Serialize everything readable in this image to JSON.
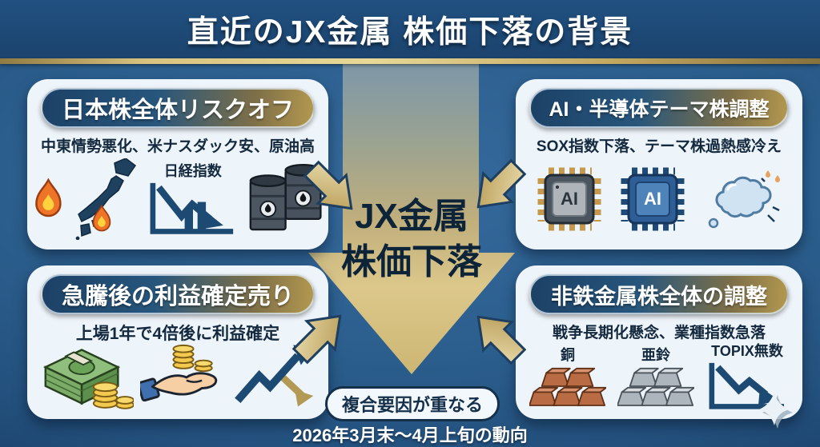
{
  "title": "直近のJX金属 株価下落の背景",
  "center": {
    "line1": "JX金属",
    "line2": "株価下落"
  },
  "boxes": {
    "top_left": {
      "header": "日本株全体リスクオフ",
      "subtitle": "中東情勢悪化、米ナスダック安、原油高",
      "chart_label": "日経指数",
      "icons": [
        "fire-icon",
        "japan-map-icon",
        "nikkei-falling-chart-icon",
        "oil-barrels-icon"
      ]
    },
    "top_right": {
      "header": "AI・半導体テーマ株調整",
      "subtitle": "SOX指数下落、テーマ株過熱感冷え",
      "chip_label": "AI",
      "icons": [
        "ai-chip-gray-icon",
        "ai-chip-blue-icon",
        "deflating-cloud-icon"
      ]
    },
    "bottom_left": {
      "header": "急騰後の利益確定売り",
      "subtitle": "上場1年で4倍後に利益確定",
      "icons": [
        "cash-stack-icon",
        "hand-coins-icon",
        "rise-then-fall-arrows-icon"
      ]
    },
    "bottom_right": {
      "header": "非鉄金属株全体の調整",
      "subtitle": "戦争長期化懸念、業種指数急落",
      "copper_label": "銅",
      "zinc_label": "亜鈴",
      "chart_label": "TOPIX無数",
      "icons": [
        "copper-ingots-icon",
        "zinc-ingots-icon",
        "topix-falling-chart-icon"
      ]
    }
  },
  "footer": {
    "pill": "複合要因が重なる",
    "caption": "2026年3月末〜4月上旬の動向"
  },
  "colors": {
    "background_blue": "#2c5f8e",
    "deep_navy": "#1b436d",
    "gold_accent": "#c9ae66",
    "panel": "#edf4fa",
    "text_navy": "#14293e",
    "center_arrow_top": "#7e97a7",
    "center_arrow_bottom": "#d8c285"
  }
}
